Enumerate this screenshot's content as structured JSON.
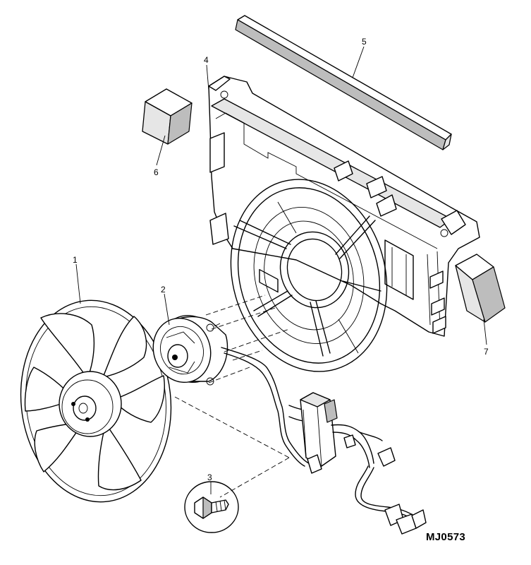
{
  "reference_code": "MJ0573",
  "callouts": {
    "c1": "1",
    "c2": "2",
    "c3": "3",
    "c4": "4",
    "c5": "5",
    "c6": "6",
    "c7": "7"
  }
}
